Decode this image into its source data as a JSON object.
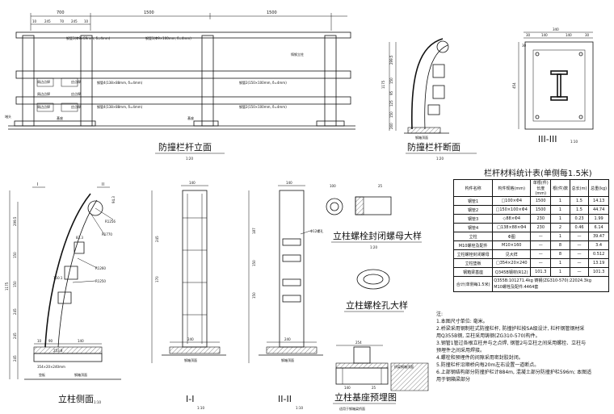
{
  "views": {
    "elevation": {
      "title": "防撞栏杆立面",
      "scale": "1:20"
    },
    "section": {
      "title": "防撞栏杆断面",
      "scale": "1:20"
    },
    "detail3": {
      "title": "III-III",
      "scale": "1:10"
    },
    "side": {
      "title": "立柱侧面",
      "scale": "1:10"
    },
    "sec1": {
      "title": "I-I",
      "scale": "1:10"
    },
    "sec2": {
      "title": "II-II",
      "scale": "1:10"
    },
    "bolt_cap": {
      "title": "立柱螺栓封闭螺母大样",
      "scale": "1:20"
    },
    "bolt_hole": {
      "title": "立柱螺栓孔大样"
    },
    "base": {
      "title": "立柱基座预埋图",
      "subtitle": "适用于钢箱梁桥面"
    }
  },
  "elevation": {
    "dims": [
      "700",
      "1500",
      "1500",
      "10",
      "245",
      "70",
      "245",
      "10"
    ],
    "labels": {
      "pipe3": "钢管3(Φ9×89mm, δ=4mm)",
      "pipe1": "钢管1(Φ9×100mm, δ=4mm)",
      "post": "铸钢立柱",
      "pipe4": "钢管4(138×88mm, δ=4mm)",
      "pipe2": "钢管2(150×100mm, δ=4mm)",
      "pipe4b": "钢管4(138×88mm, δ=4mm)",
      "pipe2b": "钢管2(150×100mm, δ=4mm)",
      "plug": "堵头",
      "weld_a": "周边点焊",
      "weld_b": "周边点焊",
      "weld_c": "周边点焊",
      "pos_a": "应点焊",
      "pos_b": "应点焊",
      "pos_c": "应点焊",
      "base_l": "基座",
      "base_r": "基座"
    }
  },
  "section": {
    "dims": [
      "1175",
      "299.5",
      "150",
      "95",
      "125",
      "150",
      "260"
    ],
    "deck": "钢箱顶面"
  },
  "detail3": {
    "dims": [
      "340",
      "30",
      "140",
      "140",
      "30",
      "454",
      "30"
    ]
  },
  "side": {
    "roman": [
      "I",
      "II"
    ],
    "radii": [
      "R1256",
      "R1770",
      "R1260",
      "R1250"
    ],
    "dims": [
      "1175",
      "299.5",
      "150",
      "150",
      "245",
      "245",
      "245",
      "10",
      "90",
      "140",
      "253.8",
      "83.3",
      "150.1",
      "94.3"
    ],
    "plate": "354×20×240mm",
    "pad": "垫板",
    "deck": "钢箱顶面"
  },
  "sec1": {
    "dims": [
      "140",
      "245",
      "170",
      "240"
    ],
    "deck": "钢箱顶面"
  },
  "sec2": {
    "dims": [
      "140",
      "187",
      "150",
      "150",
      "240"
    ],
    "bolt": "Φ12螺孔",
    "deck": "钢箱顶面"
  },
  "bolt": {
    "dims": [
      "100",
      "25"
    ]
  },
  "base": {
    "dims": [
      "254",
      "140",
      "25"
    ],
    "side": "桥梁钢箱顶面"
  },
  "table": {
    "title": "栏杆材料统计表(单侧每1.5米)",
    "headers": [
      "构件名称",
      "构件规格(mm)",
      "单根(件)长度(mm)",
      "根(件)数",
      "总长(m)",
      "总重(kg)"
    ],
    "rows": [
      [
        "钢管1",
        "□100×Φ4",
        "1500",
        "1",
        "1.5",
        "14.13"
      ],
      [
        "钢管2",
        "□150×100×Φ4",
        "1500",
        "1",
        "1.5",
        "44.74"
      ],
      [
        "钢管3",
        "◇88×Φ4",
        "230",
        "1",
        "0.23",
        "1.99"
      ],
      [
        "钢管4",
        "□138×88×Φ4",
        "230",
        "2",
        "0.46",
        "6.14"
      ],
      [
        "立柱",
        "Φ图",
        "—",
        "1",
        "—",
        "39.47"
      ],
      [
        "M10螺栓及配件",
        "M10×160",
        "—",
        "8",
        "—",
        "3.4"
      ],
      [
        "立柱螺栓封闭螺母",
        "见大样",
        "—",
        "8",
        "—",
        "0.512"
      ],
      [
        "立柱垫板",
        "□354×20×240",
        "—",
        "1",
        "—",
        "13.19"
      ],
      [
        "钢箱梁基座",
        "Q345B钢材(R12)",
        "101.3",
        "1",
        "—",
        "101.3"
      ]
    ],
    "total_label": "合计(单侧每1.5米)",
    "total_1": "Q355B:101271.4kg  铸钢(ZG310-570):22024.3kg",
    "total_2": "M10螺栓及配件:4464套"
  },
  "notes": {
    "heading": "注:",
    "items": [
      "1.本图尺寸单位: 毫米。",
      "2.桥梁采用钢制柱式防撞栏杆, 防撞护栏按SA级设计, 栏杆钢管钢材采",
      "用Q355B钢, 立柱采用铸钢(ZG310-570)构件。",
      "3.钢管1管过各根立柱并与之点焊, 钢管2与立柱之间采用螺栓、立柱与",
      "预埋件之间采用焊接。",
      "4.螺栓和预埋件的间隙采用密封胶封闭。",
      "5.防撞栏杆沿顺桥向每20m左右设置一道断点。",
      "6.上部钢结构部分防撞护栏计884m, 混凝土部分防撞护栏596m; 本图适",
      "用于钢箱梁部分"
    ]
  }
}
